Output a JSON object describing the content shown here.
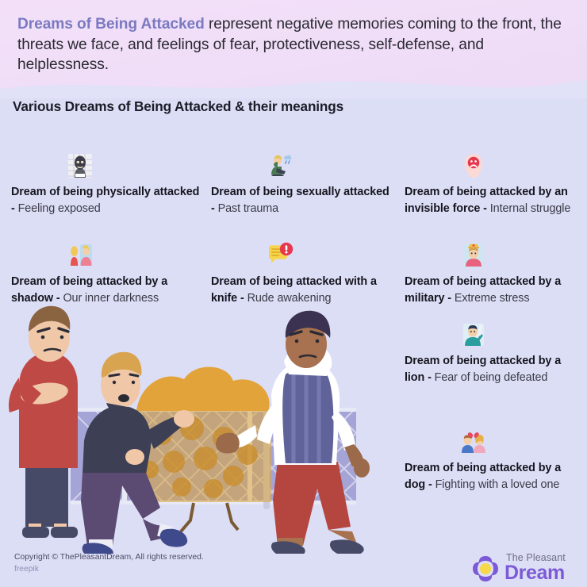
{
  "banner": {
    "highlight": "Dreams of Being Attacked",
    "rest": " represent negative memories coming to the front, the threats we face, and feelings of fear, protectiveness, self-defense, and helplessness.",
    "bg_color": "#f2dff7",
    "accent_color": "#7a7ac1"
  },
  "section": {
    "title": "Various Dreams of Being Attacked & their meanings"
  },
  "page": {
    "bg_color": "#dcdef6"
  },
  "items": [
    {
      "title": "Dream of being physically attacked -",
      "meaning": " Feeling exposed",
      "icon": "burglar-mugshot-icon"
    },
    {
      "title": "Dream of being sexually attacked -",
      "meaning": " Past trauma",
      "icon": "sad-person-rain-cloud-icon"
    },
    {
      "title": "Dream of being attacked by an invisible force -",
      "meaning": " Internal struggle",
      "icon": "ghost-sad-face-icon"
    },
    {
      "title": "Dream of being attacked by a shadow -",
      "meaning": " Our inner darkness",
      "icon": "person-mirror-reflection-icon"
    },
    {
      "title": "Dream of being attacked with a knife -",
      "meaning": " Rude awakening",
      "icon": "alert-speech-bubble-icon"
    },
    {
      "title": "Dream of being attacked by a military -",
      "meaning": " Extreme stress",
      "icon": "military-soldier-icon"
    },
    {
      "title": "Dream of being attacked by a lion -",
      "meaning": " Fear of being defeated",
      "icon": "person-raised-weapon-icon"
    },
    {
      "title": "Dream of being attacked by a dog -",
      "meaning": " Fighting with a loved one",
      "icon": "couple-broken-heart-icon"
    }
  ],
  "illustration": {
    "name": "three-men-fighting-scene",
    "description": "Flat vector illustration of three men in a confrontation beside a chain-link fence with autumn shrubs"
  },
  "footer": {
    "copyright": "Copyright © ThePleasantDream, All rights reserved.",
    "credit": "freepik",
    "logo_top": "The Pleasant",
    "logo_bottom": "Dream",
    "logo_color": "#7c5ad6",
    "logo_center_color": "#f5d949"
  }
}
